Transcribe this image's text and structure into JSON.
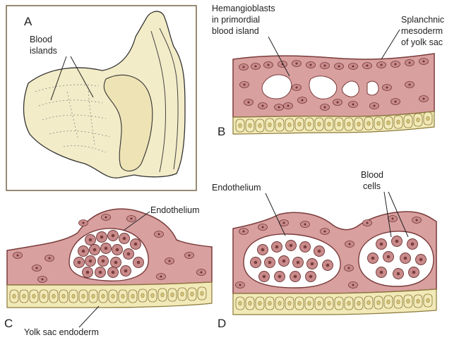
{
  "panels": {
    "a": {
      "letter": "A",
      "label_line1": "Blood",
      "label_line2": "islands"
    },
    "b": {
      "letter": "B",
      "label_hemangio_1": "Hemangioblasts",
      "label_hemangio_2": "in primordial",
      "label_hemangio_3": "blood island",
      "label_splanch_1": "Splanchnic",
      "label_splanch_2": "mesoderm",
      "label_splanch_3": "of yolk sac"
    },
    "c": {
      "letter": "C",
      "label_endothelium": "Endothelium",
      "label_endoderm": "Yolk sac endoderm"
    },
    "d": {
      "letter": "D",
      "label_endothelium": "Endothelium",
      "label_blood_1": "Blood",
      "label_blood_2": "cells"
    }
  },
  "colors": {
    "mesoderm": "#d9a0a0",
    "mesoderm_edge": "#7a3b3b",
    "cell": "#c88a8a",
    "endoderm": "#f2e9b8",
    "endoderm_edge": "#8a7a3a",
    "embryo": "#f3ecc8",
    "outline": "#333333"
  }
}
